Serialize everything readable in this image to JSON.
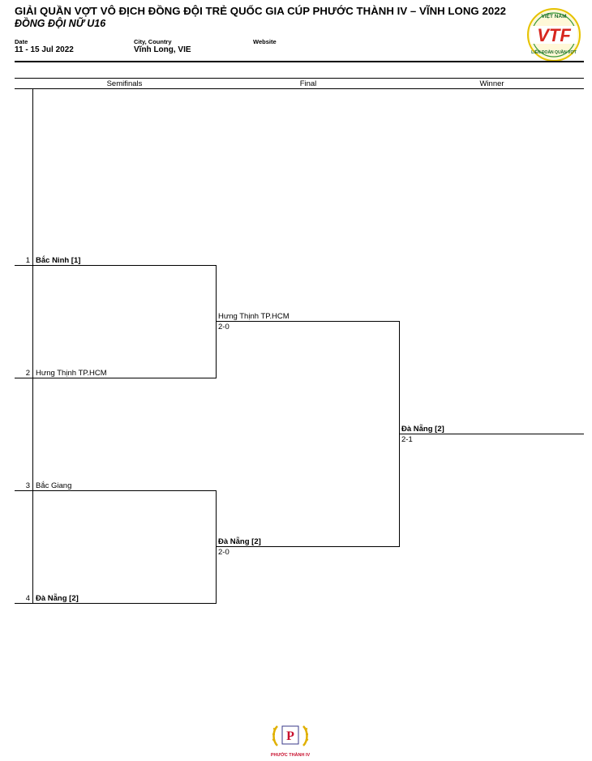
{
  "header": {
    "title": "GIẢI QUẦN VỢT VÔ ĐỊCH ĐỒNG ĐỘI TRẺ QUỐC GIA CÚP PHƯỚC THÀNH IV – VĨNH LONG 2022",
    "subtitle": "ĐỒNG ĐỘI NỮ U16",
    "date_label": "Date",
    "date_value": "11 - 15 Jul 2022",
    "city_label": "City, Country",
    "city_value": "Vĩnh Long, VIE",
    "website_label": "Website"
  },
  "logos": {
    "vtf_text": "VTF",
    "vtf_top": "VIỆT NAM",
    "vtf_bottom": "LIÊN ĐOÀN QUẦN VỢT",
    "vtf_color": "#d7261e",
    "sponsor_text": "PHƯỚC THÀNH IV",
    "sponsor_color": "#c8102e",
    "laurel_color": "#e0b000"
  },
  "rounds": {
    "semifinals": "Semifinals",
    "final": "Final",
    "winner": "Winner"
  },
  "draw": {
    "entries": [
      {
        "seed": "1",
        "team": "Bắc Ninh [1]",
        "bold": true
      },
      {
        "seed": "2",
        "team": "Hưng Thịnh TP.HCM",
        "bold": false
      },
      {
        "seed": "3",
        "team": "Bắc Giang",
        "bold": false
      },
      {
        "seed": "4",
        "team": "Đà Nẵng [2]",
        "bold": true
      }
    ],
    "semifinal_results": [
      {
        "team": "Hưng Thịnh TP.HCM",
        "score": "2-0",
        "bold": false
      },
      {
        "team": "Đà Nẵng [2]",
        "score": "2-0",
        "bold": true
      }
    ],
    "final_result": {
      "team": "Đà Nẵng [2]",
      "score": "2-1",
      "bold": true
    }
  }
}
